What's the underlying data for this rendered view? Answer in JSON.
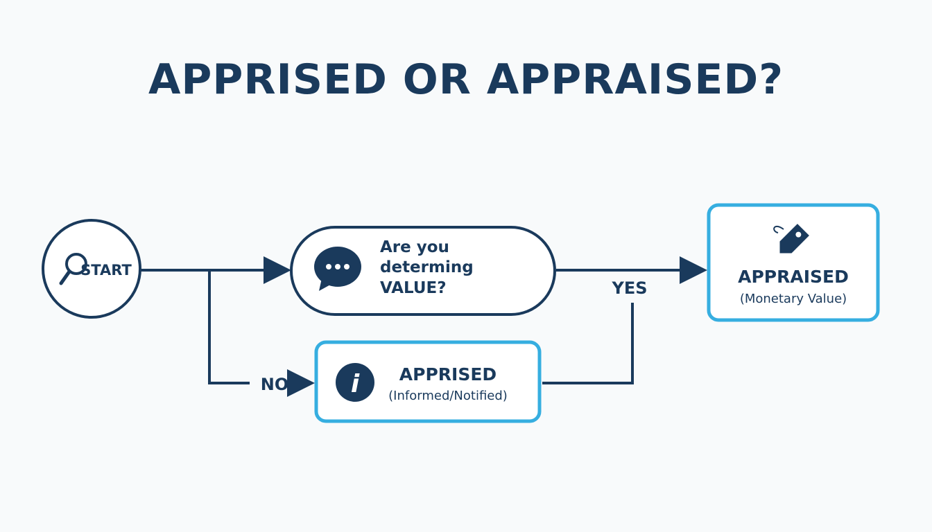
{
  "title": "APPRISED OR APPRAISED?",
  "colors": {
    "navy": "#1a3a5c",
    "accent": "#36aee0",
    "background": "#f8fafb"
  },
  "start": {
    "label": "START",
    "icon": "magnifier-icon"
  },
  "question": {
    "line1": "Are you",
    "line2": "determing",
    "line3": "VALUE?",
    "icon": "speech-bubble-icon"
  },
  "yes_label": "YES",
  "no_label": "NO",
  "appraised": {
    "title": "APPRAISED",
    "subtitle": "(Monetary Value)",
    "icon": "price-tag-icon"
  },
  "apprised": {
    "title": "APPRISED",
    "subtitle": "(Informed/Notified)",
    "icon": "info-icon"
  }
}
